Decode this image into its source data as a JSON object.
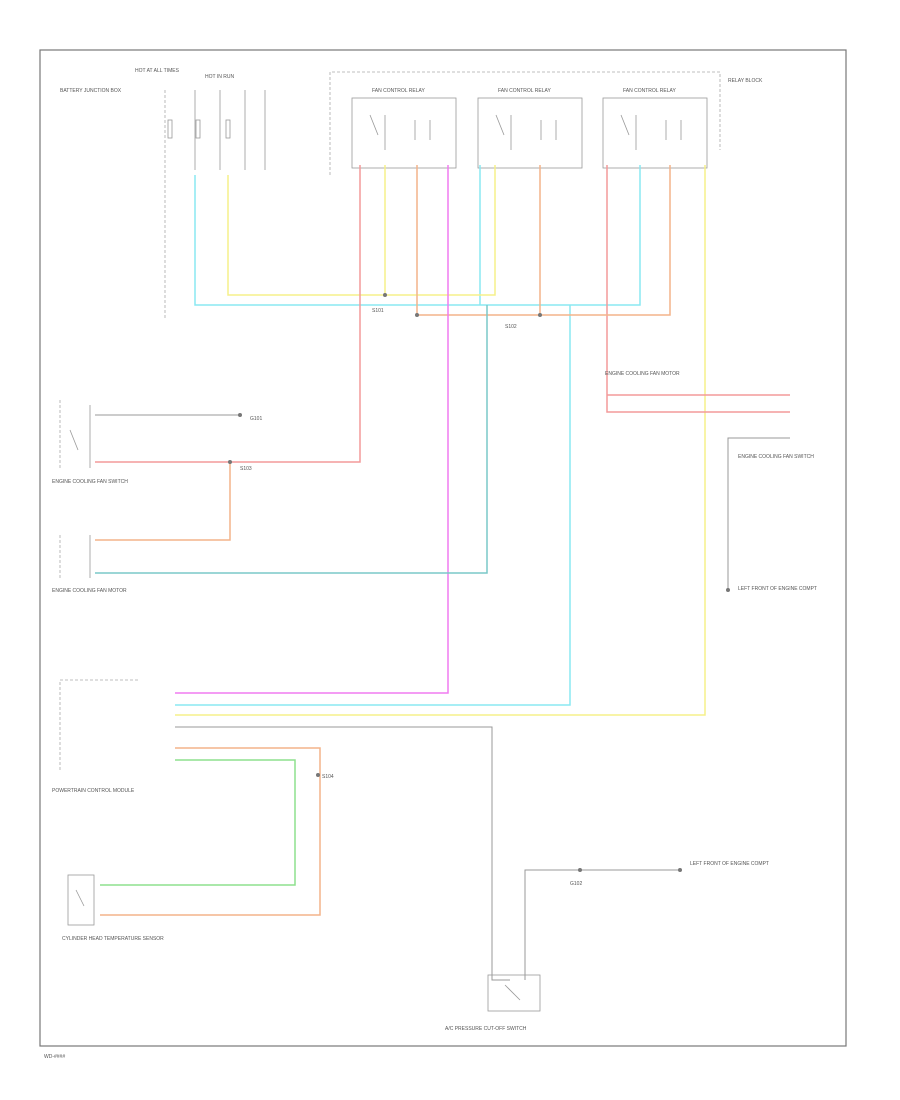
{
  "colors": {
    "pink": "#f39a9a",
    "orange": "#f3b48a",
    "yellow": "#f5f08a",
    "cyan": "#8ae8f2",
    "magenta": "#f07cf0",
    "green": "#8ee08e",
    "teal": "#7ac8c8",
    "gray": "#999999"
  },
  "labels": {
    "footer_id": "WD-####",
    "battery_junction": "BATTERY JUNCTION BOX",
    "hot_at_all_times": "HOT AT ALL TIMES",
    "hot_in_run": "HOT IN RUN",
    "relay_block": "RELAY BLOCK",
    "relay_1": "FAN CONTROL RELAY",
    "relay_2": "FAN CONTROL RELAY",
    "relay_3": "FAN CONTROL RELAY",
    "fan_switch_top": "ENGINE COOLING FAN SWITCH",
    "fan_motor_mid": "ENGINE COOLING FAN MOTOR",
    "pcm": "POWERTRAIN CONTROL MODULE",
    "ect_sensor": "CYLINDER HEAD TEMPERATURE SENSOR",
    "ac_pressure": "A/C PRESSURE CUT-OFF SWITCH",
    "g_right": "LEFT FRONT OF ENGINE COMPT",
    "g_bottom": "LEFT FRONT OF ENGINE COMPT",
    "splice_1": "S101",
    "splice_2": "S102",
    "splice_3": "S103",
    "splice_4": "S104",
    "c_right_top": "ENGINE COOLING FAN MOTOR",
    "fan_ground": "G101",
    "pcm_ground": "G102"
  }
}
